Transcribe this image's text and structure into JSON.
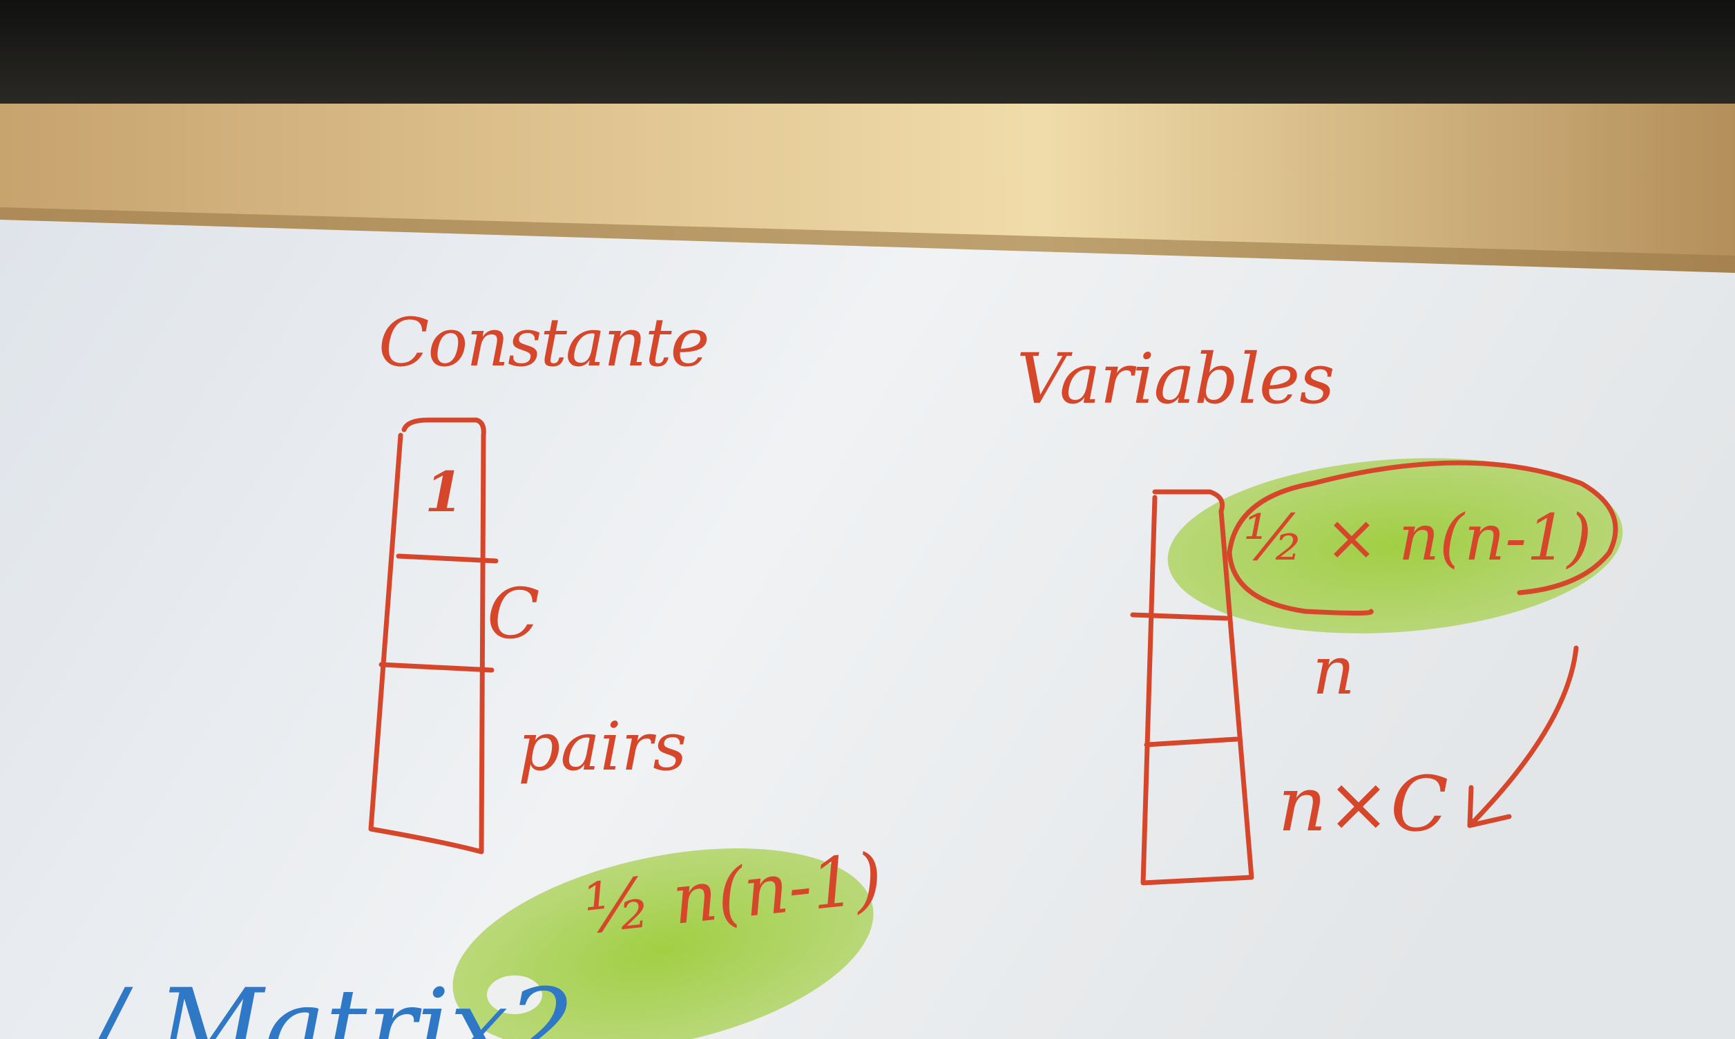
{
  "photo": {
    "colors": {
      "wall_top": "#1e1e1c",
      "frame_wood": "#d6b986",
      "frame_shadow": "#8a6a3c",
      "paper": "#e9ecef",
      "marker_red": "#d6462a",
      "marker_blue": "#2f78c6",
      "highlight_green": "#9ccd3a"
    },
    "left_column": {
      "heading": "Constante",
      "cell_1": "1",
      "cell_2": "C",
      "cell_3": "pairs",
      "formula": "½ n(n-1)"
    },
    "right_column": {
      "heading": "Variables",
      "top_formula": "½ × n(n-1)",
      "cell_2": "n",
      "cell_3": "n×C"
    },
    "bottom_partial": "…/ Matrix2 …"
  }
}
